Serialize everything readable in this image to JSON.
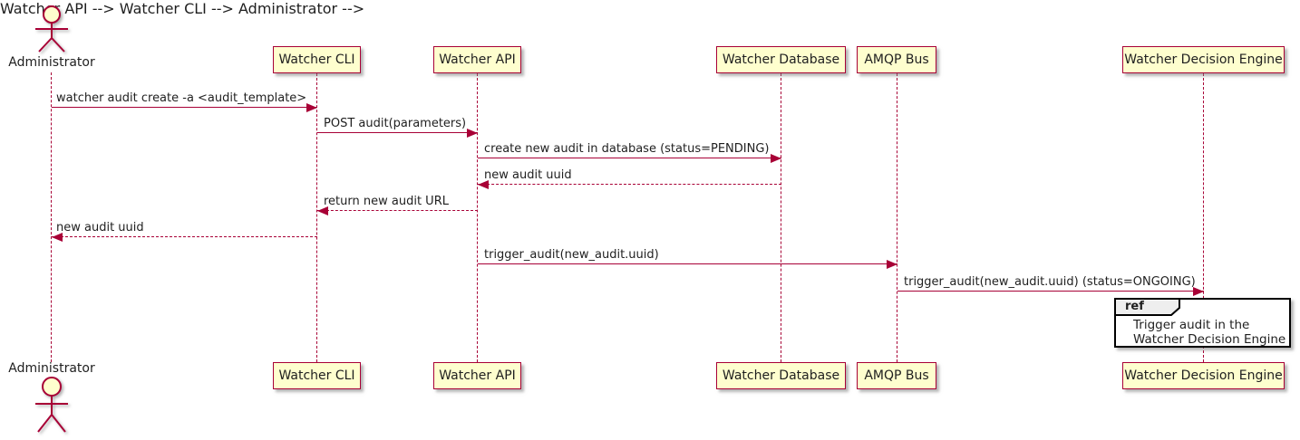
{
  "colors": {
    "background": "#FFFFFF",
    "participant_fill": "#FEFECE",
    "accent": "#A80036",
    "text": "#1F1F1F",
    "frame_border": "#000000",
    "frame_tab_fill": "#EEEEEE"
  },
  "actor": {
    "name": "Administrator"
  },
  "participants": [
    {
      "label": "Watcher CLI"
    },
    {
      "label": "Watcher API"
    },
    {
      "label": "Watcher Database"
    },
    {
      "label": "AMQP Bus"
    },
    {
      "label": "Watcher Decision Engine"
    }
  ],
  "messages": [
    {
      "from": "Administrator",
      "to": "Watcher CLI",
      "label": "watcher audit create -a <audit_template>",
      "line": "solid",
      "direction": "right"
    },
    {
      "from": "Watcher CLI",
      "to": "Watcher API",
      "label": "POST audit(parameters)",
      "line": "solid",
      "direction": "right"
    },
    {
      "from": "Watcher API",
      "to": "Watcher Database",
      "label": "create new audit in database (status=PENDING)",
      "line": "solid",
      "direction": "right"
    },
    {
      "from": "Watcher Database",
      "to": "Watcher API",
      "label": "new audit uuid",
      "line": "dashed",
      "direction": "left"
    },
    {
      "from": "Watcher API",
      "to": "Watcher CLI",
      "label": "return new audit URL",
      "line": "dashed",
      "direction": "left"
    },
    {
      "from": "Watcher CLI",
      "to": "Administrator",
      "label": "new audit uuid",
      "line": "dashed",
      "direction": "left"
    },
    {
      "from": "Watcher API",
      "to": "AMQP Bus",
      "label": "trigger_audit(new_audit.uuid)",
      "line": "solid",
      "direction": "right"
    },
    {
      "from": "AMQP Bus",
      "to": "Watcher Decision Engine",
      "label": "trigger_audit(new_audit.uuid) (status=ONGOING)",
      "line": "solid",
      "direction": "right"
    }
  ],
  "ref_frame": {
    "keyword": "ref",
    "line1": "Trigger audit in the",
    "line2": "Watcher Decision Engine"
  }
}
